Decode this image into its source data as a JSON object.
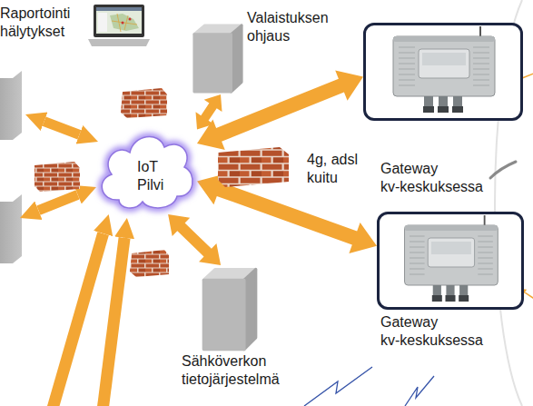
{
  "diagram": {
    "nodes": [
      {
        "text": [
          "Raportointi hälytykset"
        ]
      },
      {
        "text": [
          "Valaistuksen ohjaus"
        ]
      },
      {
        "text": [
          "IoT Pilvi"
        ]
      },
      {
        "text": [
          "Gateway kv-keskuksessa"
        ]
      },
      {
        "text": [
          "Gateway kv-keskuksessa"
        ]
      },
      {
        "text": [
          "Sähköverkon tietojärjestelmä"
        ]
      }
    ],
    "edges": [
      {
        "from": 1,
        "to": 2,
        "arrow": "both"
      },
      {
        "from": 2,
        "to": 3,
        "arrow": "both"
      },
      {
        "from": 2,
        "to": 4,
        "arrow": "both"
      },
      {
        "from": 2,
        "to": 5,
        "arrow": "both"
      }
    ],
    "labels": [
      "4g, adsl kuitu"
    ]
  }
}
